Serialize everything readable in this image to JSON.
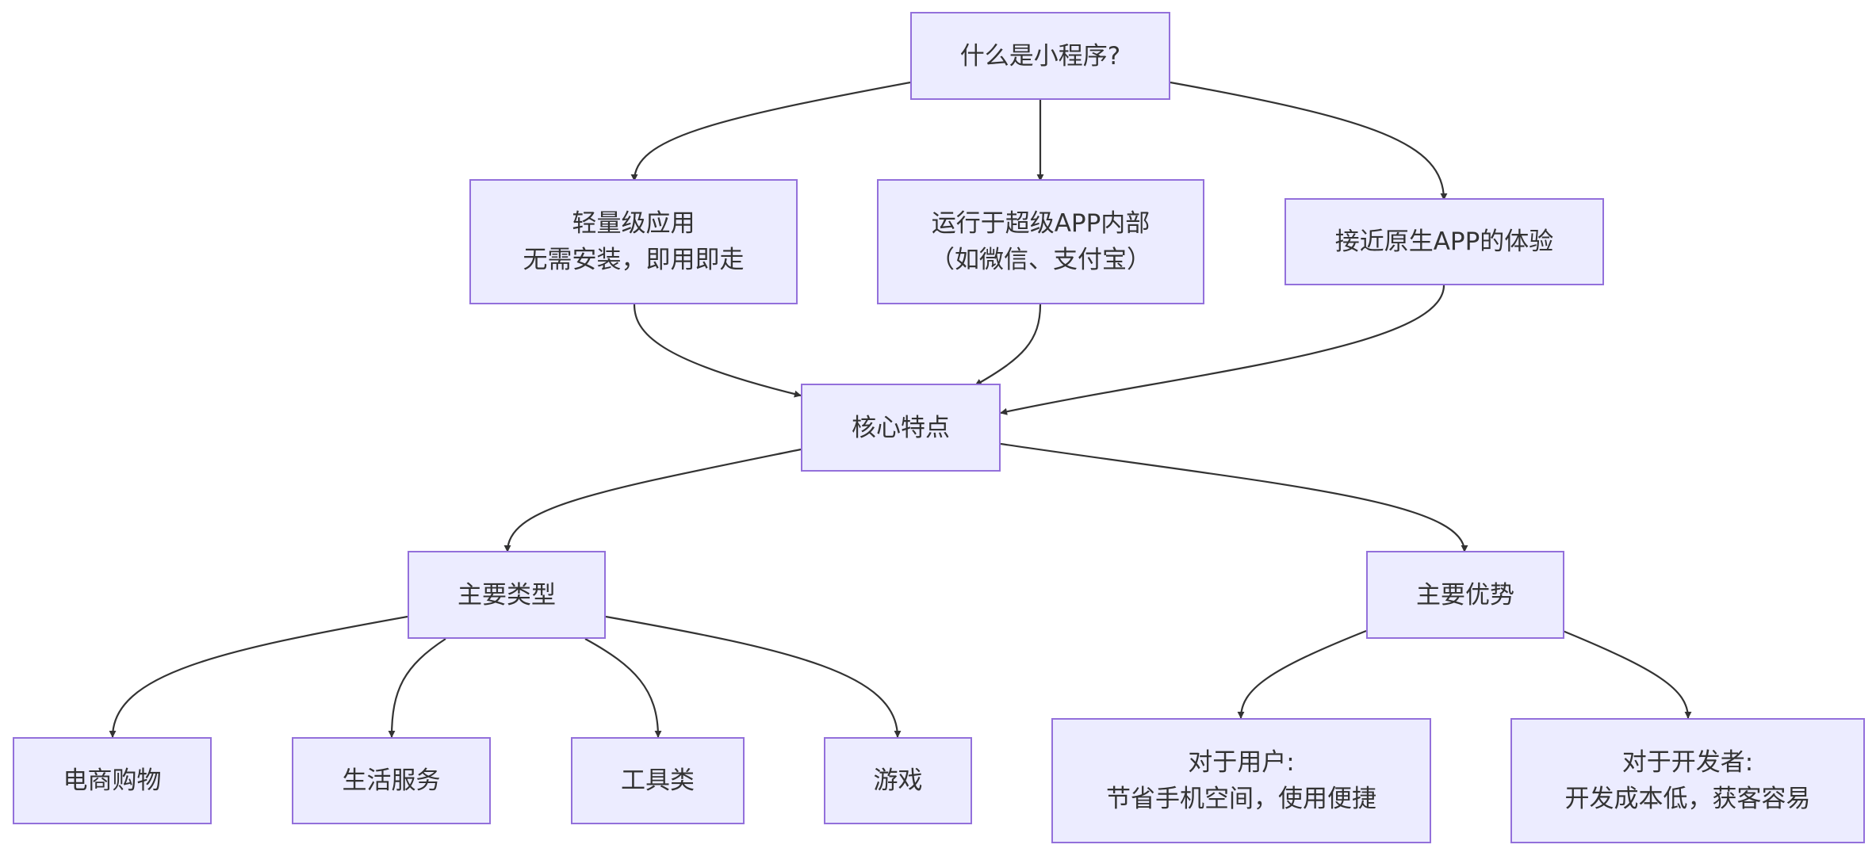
{
  "diagram": {
    "type": "flowchart",
    "colors": {
      "node_fill": "#ececff",
      "node_border": "#9370db",
      "edge": "#333333",
      "text": "#333333"
    },
    "nodes": {
      "root": {
        "lines": [
          "什么是小程序?"
        ]
      },
      "lightweight": {
        "lines": [
          "轻量级应用",
          "无需安装，即用即走"
        ]
      },
      "runs_in_super_app": {
        "lines": [
          "运行于超级APP内部",
          "（如微信、支付宝）"
        ]
      },
      "native_experience": {
        "lines": [
          "接近原生APP的体验"
        ]
      },
      "core_features": {
        "lines": [
          "核心特点"
        ]
      },
      "main_types": {
        "lines": [
          "主要类型"
        ]
      },
      "main_advantages": {
        "lines": [
          "主要优势"
        ]
      },
      "ecommerce": {
        "lines": [
          "电商购物"
        ]
      },
      "life_services": {
        "lines": [
          "生活服务"
        ]
      },
      "tools": {
        "lines": [
          "工具类"
        ]
      },
      "games": {
        "lines": [
          "游戏"
        ]
      },
      "for_users": {
        "lines": [
          "对于用户:",
          "节省手机空间，使用便捷"
        ]
      },
      "for_developers": {
        "lines": [
          "对于开发者:",
          "开发成本低，获客容易"
        ]
      }
    },
    "edges": [
      {
        "from": "root",
        "to": "lightweight"
      },
      {
        "from": "root",
        "to": "runs_in_super_app"
      },
      {
        "from": "root",
        "to": "native_experience"
      },
      {
        "from": "lightweight",
        "to": "core_features"
      },
      {
        "from": "runs_in_super_app",
        "to": "core_features"
      },
      {
        "from": "native_experience",
        "to": "core_features"
      },
      {
        "from": "core_features",
        "to": "main_types"
      },
      {
        "from": "core_features",
        "to": "main_advantages"
      },
      {
        "from": "main_types",
        "to": "ecommerce"
      },
      {
        "from": "main_types",
        "to": "life_services"
      },
      {
        "from": "main_types",
        "to": "tools"
      },
      {
        "from": "main_types",
        "to": "games"
      },
      {
        "from": "main_advantages",
        "to": "for_users"
      },
      {
        "from": "main_advantages",
        "to": "for_developers"
      }
    ]
  }
}
